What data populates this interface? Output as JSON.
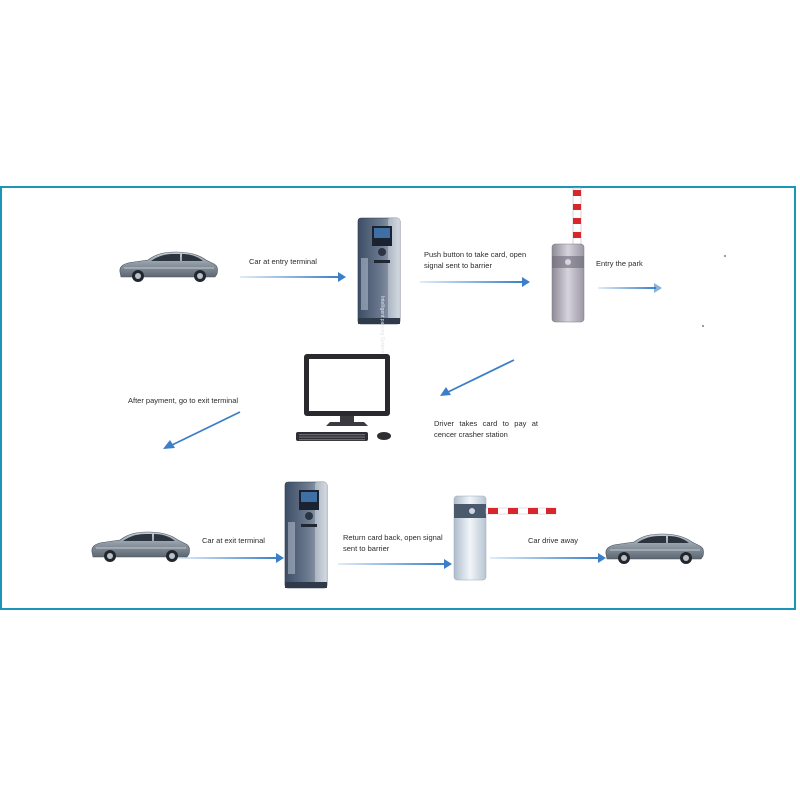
{
  "labels": {
    "car_entry": "Car at entry terminal",
    "push_button": "Push button to take card, open signal sent to barrier",
    "entry_park": "Entry the park",
    "after_payment": "After payment, go to exit terminal",
    "driver_takes": "Driver takes card to pay at cencer crasher station",
    "car_exit": "Car at exit terminal",
    "return_card": "Return card back, open signal sent to barrier",
    "car_drive_away": "Car drive away"
  },
  "terminal_text": "Intelligent parking System",
  "colors": {
    "frame": "#1a95b8",
    "arrow": "#3a7fc8",
    "boom_red": "#d8262c",
    "car_body": "#8b96a1"
  },
  "icons": [
    "car-icon",
    "entry-terminal-icon",
    "barrier-gate-icon",
    "computer-icon",
    "exit-terminal-icon",
    "exit-barrier-icon"
  ]
}
